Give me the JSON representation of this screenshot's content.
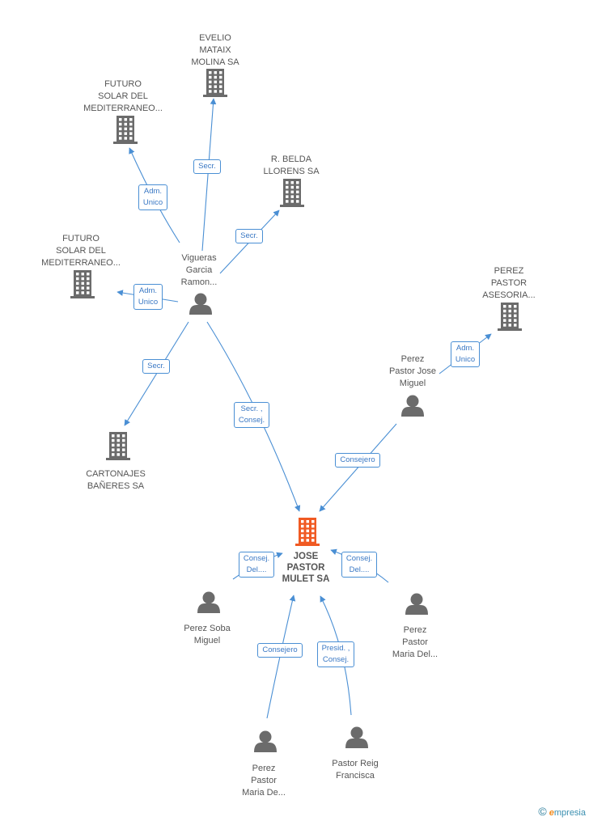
{
  "colors": {
    "edge": "#4a8fd4",
    "company": "#6b6b6b",
    "main_company": "#f05a23",
    "person": "#6b6b6b"
  },
  "nodes": [
    {
      "id": "evelio",
      "kind": "company",
      "label": "EVELIO\nMATAIX\nMOLINA SA"
    },
    {
      "id": "futuro1",
      "kind": "company",
      "label": "FUTURO\nSOLAR DEL\nMEDITERRANEO..."
    },
    {
      "id": "belda",
      "kind": "company",
      "label": "R. BELDA\nLLORENS SA"
    },
    {
      "id": "futuro2",
      "kind": "company",
      "label": "FUTURO\nSOLAR DEL\nMEDITERRANEO..."
    },
    {
      "id": "vigueras",
      "kind": "person",
      "label": "Vigueras\nGarcia\nRamon..."
    },
    {
      "id": "perez_asesoria",
      "kind": "company",
      "label": "PEREZ\nPASTOR\nASESORIA..."
    },
    {
      "id": "perez_jose",
      "kind": "person",
      "label": "Perez\nPastor Jose\nMiguel"
    },
    {
      "id": "cartonajes",
      "kind": "company",
      "label": "CARTONAJES\nBAÑERES SA"
    },
    {
      "id": "main",
      "kind": "main",
      "label": "JOSE\nPASTOR\nMULET SA"
    },
    {
      "id": "soba",
      "kind": "person",
      "label": "Perez Soba\nMiguel"
    },
    {
      "id": "maria1",
      "kind": "person",
      "label": "Perez\nPastor\nMaria Del..."
    },
    {
      "id": "maria2",
      "kind": "person",
      "label": "Perez\nPastor\nMaria De..."
    },
    {
      "id": "reig",
      "kind": "person",
      "label": "Pastor Reig\nFrancisca"
    }
  ],
  "edges": [
    {
      "from": "vigueras",
      "to": "evelio",
      "label": "Secr."
    },
    {
      "from": "vigueras",
      "to": "futuro1",
      "label": "Adm.\nUnico"
    },
    {
      "from": "vigueras",
      "to": "belda",
      "label": "Secr."
    },
    {
      "from": "vigueras",
      "to": "futuro2",
      "label": "Adm.\nUnico"
    },
    {
      "from": "vigueras",
      "to": "cartonajes",
      "label": "Secr."
    },
    {
      "from": "vigueras",
      "to": "main",
      "label": "Secr. ,\nConsej."
    },
    {
      "from": "perez_jose",
      "to": "perez_asesoria",
      "label": "Adm.\nUnico"
    },
    {
      "from": "perez_jose",
      "to": "main",
      "label": "Consejero"
    },
    {
      "from": "soba",
      "to": "main",
      "label": "Consej.\nDel...."
    },
    {
      "from": "maria1",
      "to": "main",
      "label": "Consej.\nDel...."
    },
    {
      "from": "maria2",
      "to": "main",
      "label": "Consejero"
    },
    {
      "from": "reig",
      "to": "main",
      "label": "Presid. ,\nConsej."
    }
  ],
  "footer": {
    "copyright": "©",
    "brand_e": "e",
    "brand_rest": "mpresia"
  }
}
